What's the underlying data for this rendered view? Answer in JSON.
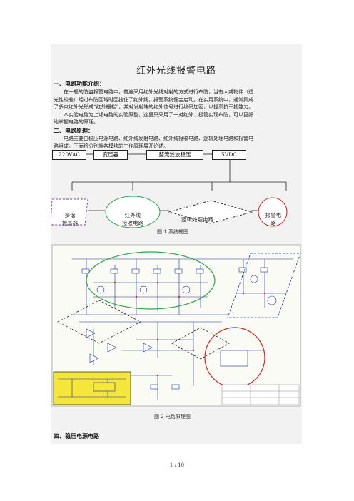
{
  "title": "红外光线报警电路",
  "section1": {
    "heading": "一、电路功能介绍：",
    "para1_line1": "在一般的防盗报警电路中，普遍采用红外光线对射的方式进行布防，当有人或物件（透",
    "para1_line2": "光性较差）经过布防区域时因挡住了红外线，报警系统便会启动。在实用系统中，通常集成",
    "para1_line3": "了多束红外光形成“红外栅栏”，并对发射端的红外信号进行编码加密，以提高抗干扰能力。",
    "para2_line1": "本实验电路为上述电路的实验原型，这里只采用了一对红外二极管实现布防，可以更好",
    "para2_line2": "地掌握电路的原理。"
  },
  "section2": {
    "heading": "二、电路原理：",
    "para_line1": "电路主要由稳压电源电路、红外线发射电路、红外线接收电路、逻辑处理电路和报警电",
    "para_line2": "路组成。下面将分别就各模块的工作原理展开论述。"
  },
  "block_diagram": {
    "boxes": {
      "ac": "220VAC",
      "transformer": "变压器",
      "rectifier": "整流滤波稳压",
      "vdc": "5VDC"
    },
    "oscillator_line1": "多谐",
    "oscillator_line2": "振荡器",
    "ir_receive_line1": "红外线",
    "ir_receive_line2": "接收电路",
    "logic": "逻辑处理电路",
    "alarm_line1": "报警电",
    "alarm_line2": "路",
    "caption": "图 1   系统框图"
  },
  "schematic": {
    "caption": "图 2   电路原理图"
  },
  "section4": {
    "heading": "四、稳压电源电路"
  },
  "footer": {
    "page": "1  /  10"
  },
  "colors": {
    "green": "#2aa84a",
    "red": "#d42020",
    "blue": "#1a2a9a",
    "yellow": "#f5e63a"
  }
}
